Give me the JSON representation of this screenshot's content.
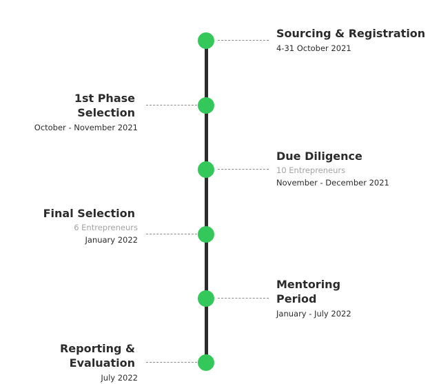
{
  "timeline": {
    "accent_color": "#34c759",
    "line_color": "#2c2c2c",
    "stages": [
      {
        "title": "Sourcing & Registration",
        "subtitle": "",
        "date": "4-31 October 2021"
      },
      {
        "title": "1st Phase\nSelection",
        "subtitle": "",
        "date": "October - November 2021"
      },
      {
        "title": "Due Diligence",
        "subtitle": "10 Entrepreneurs",
        "date": "November - December 2021"
      },
      {
        "title": "Final Selection",
        "subtitle": "6 Entrepreneurs",
        "date": "January 2022"
      },
      {
        "title": "Mentoring\nPeriod",
        "subtitle": "",
        "date": "January - July 2022"
      },
      {
        "title": "Reporting &\nEvaluation",
        "subtitle": "",
        "date": "July 2022"
      }
    ]
  }
}
